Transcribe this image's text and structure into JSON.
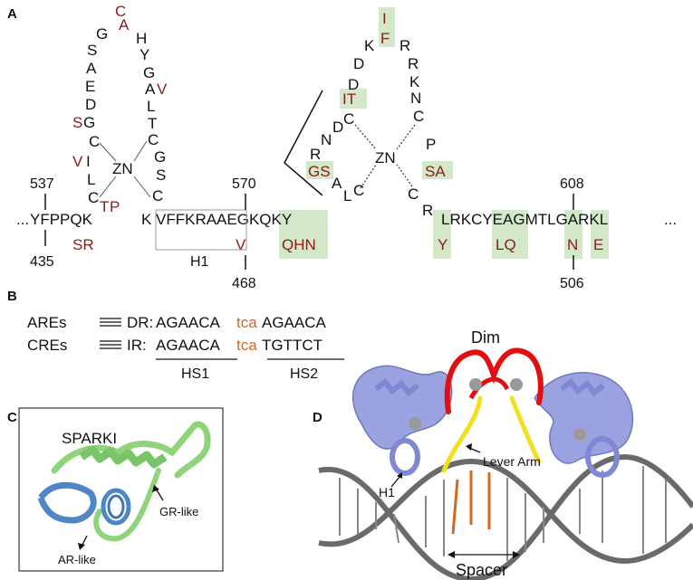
{
  "panels": {
    "a": "A",
    "b": "B",
    "c": "C",
    "d": "D"
  },
  "panel_a": {
    "left_numbers": {
      "top": "537",
      "bottom": "435"
    },
    "mid_numbers": {
      "top": "570",
      "bottom": "468"
    },
    "right_numbers": {
      "top": "608",
      "bottom": "506"
    },
    "zn1": "ZN",
    "zn2": "ZN",
    "h1_label": "H1",
    "ellipsis_left": "...",
    "ellipsis_right": "..."
  },
  "panel_b": {
    "are_label": "AREs",
    "cre_label": "CREs",
    "dr_label": "DR:",
    "ir_label": "IR:",
    "dr_seq_1": "AGAACA",
    "dr_spacer": "tca",
    "dr_seq_2": "AGAACA",
    "ir_seq_1": "AGAACA",
    "ir_spacer": "tca",
    "ir_seq_2": "TGTTCT",
    "hs1": "HS1",
    "hs2": "HS2"
  },
  "panel_c": {
    "title": "SPARKI",
    "gr": "GR-like",
    "ar": "AR-like"
  },
  "panel_d": {
    "dim": "Dim",
    "lever": "Lever Arm",
    "h1": "H1",
    "spacer": "Spacer"
  },
  "colors": {
    "residue_variant": "#8b1a1a",
    "spacer": "#d2691e",
    "highlight": "#d2e8c8",
    "dna_binding_domain": "#9aa3e0",
    "dimer_region": "#e01010",
    "lever_arm": "#f0e020",
    "dna": "#6a6a6a",
    "sparki": "#8fd47a",
    "ar_like": "#4f86c6"
  }
}
